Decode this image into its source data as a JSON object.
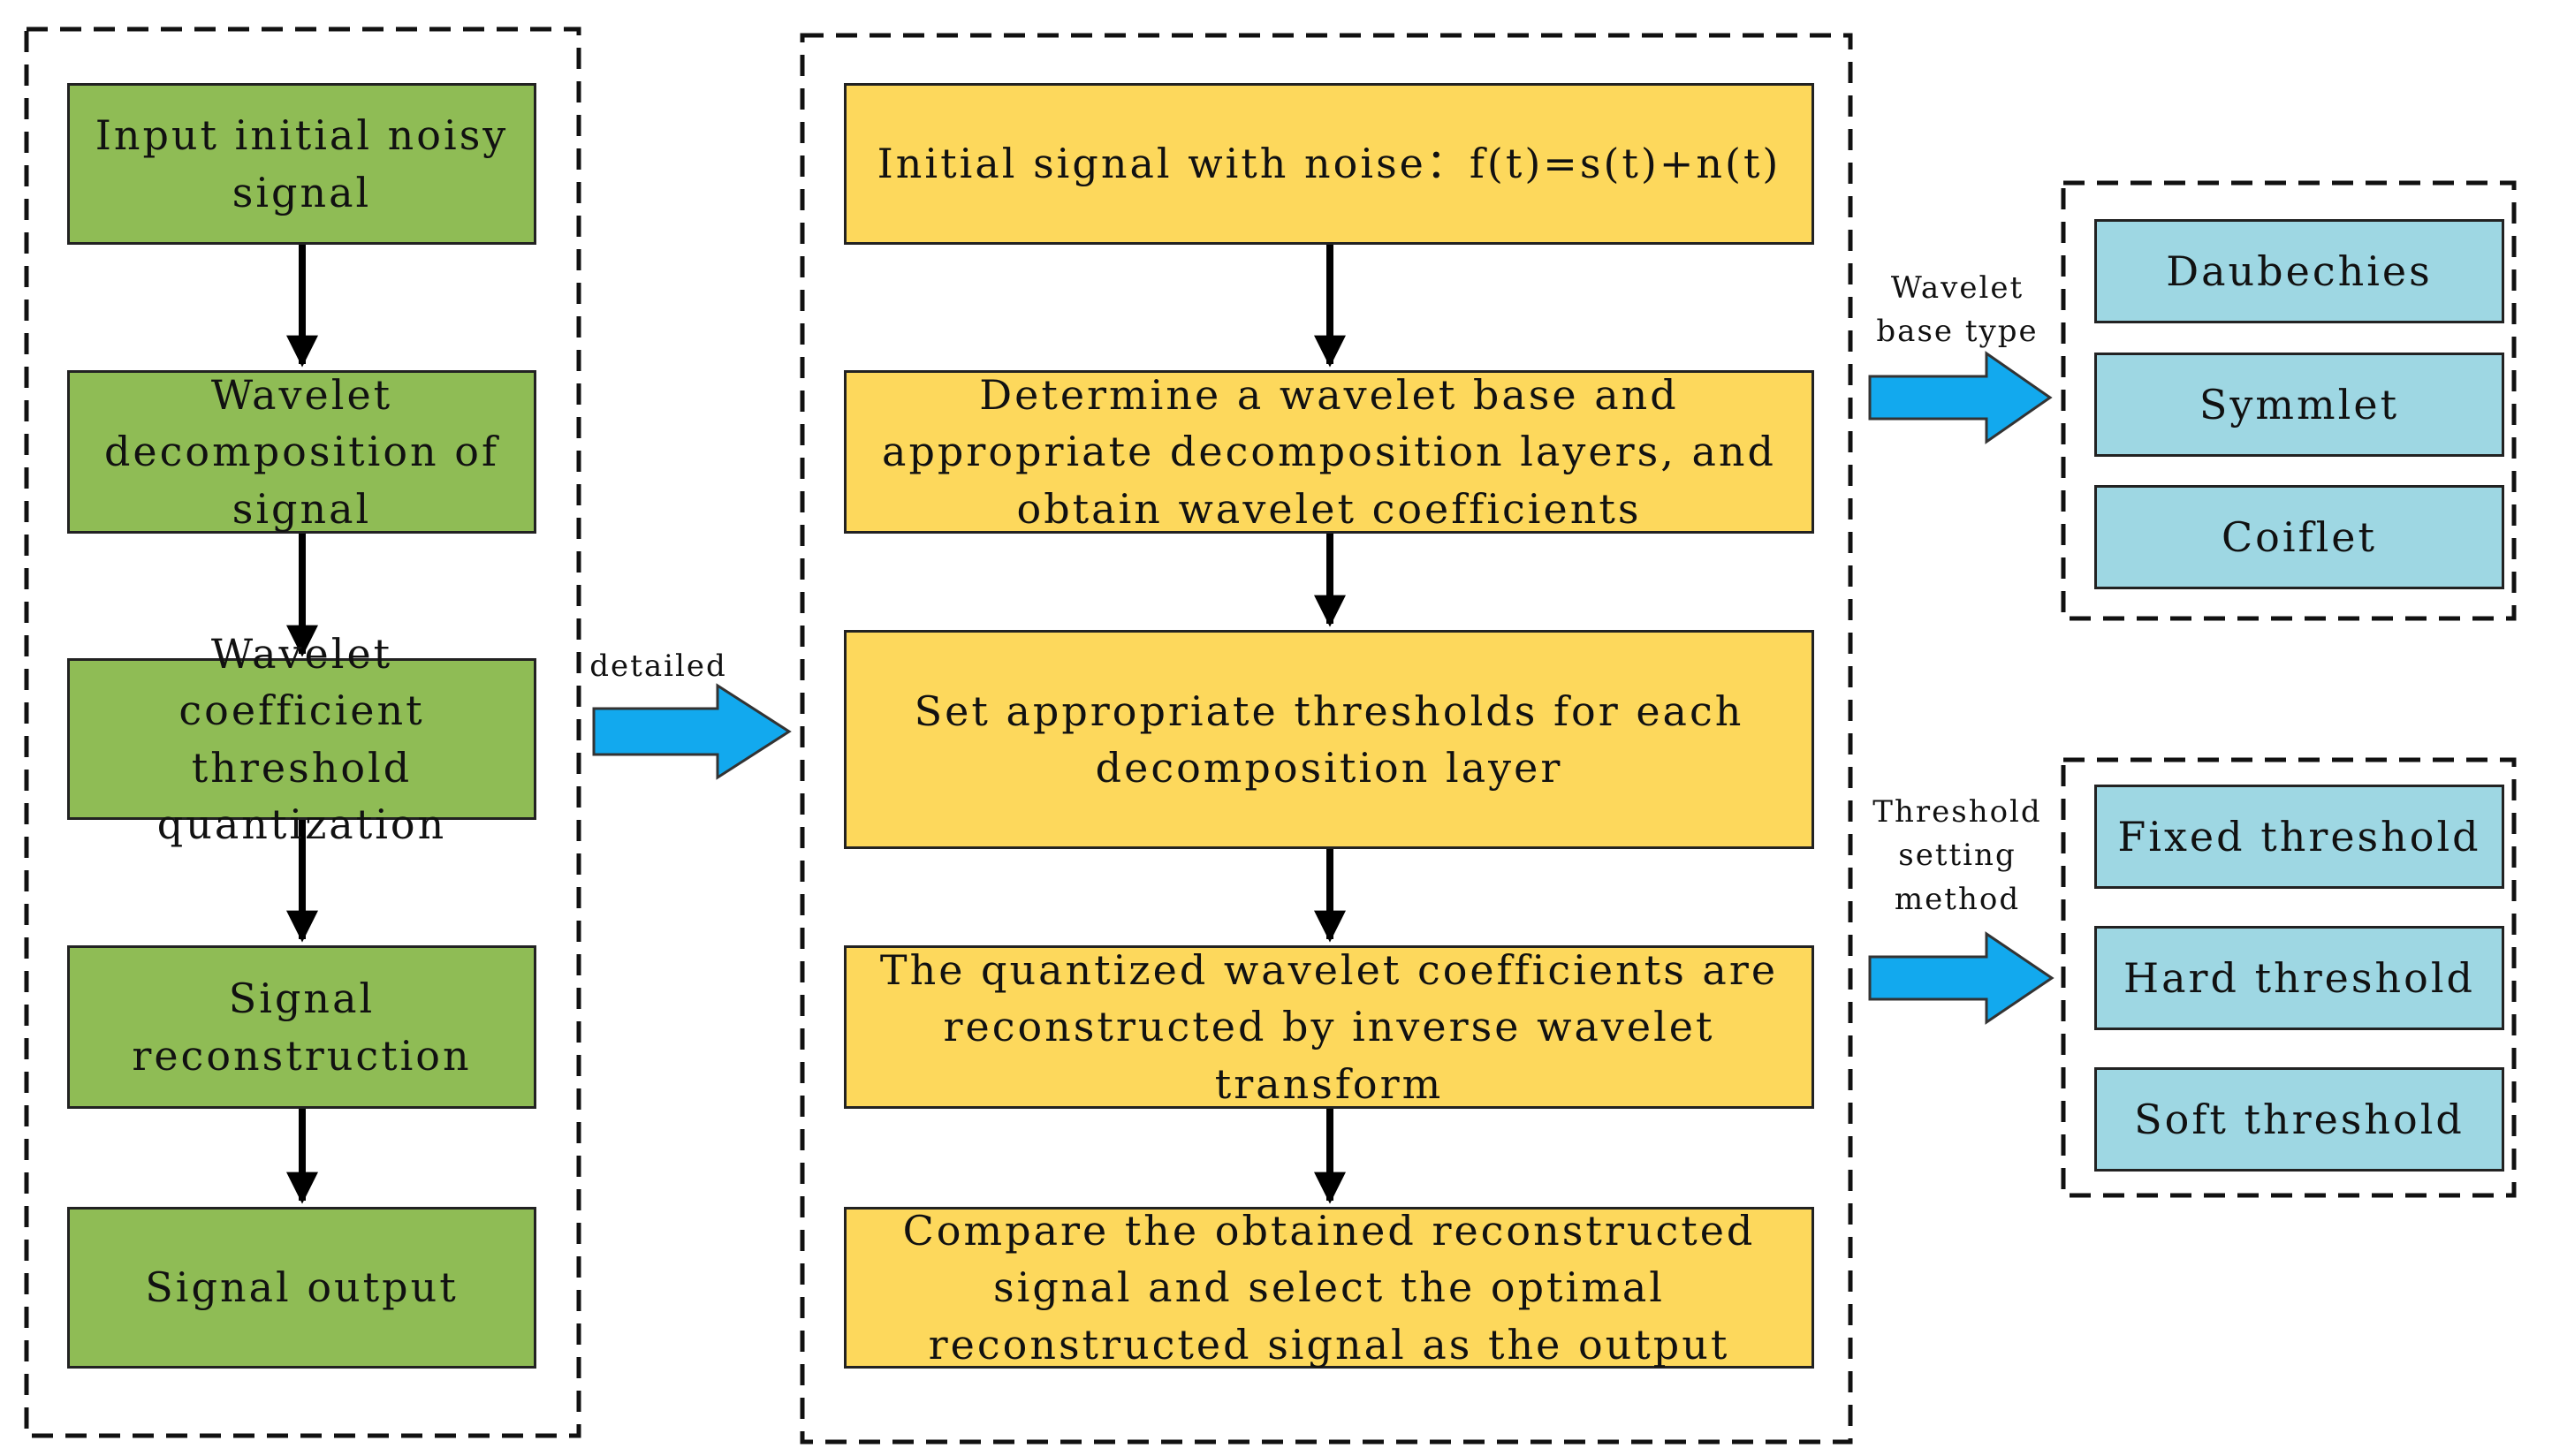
{
  "left_column": {
    "steps": [
      "Input initial noisy\nsignal",
      "Wavelet\ndecomposition of\nsignal",
      "Wavelet coefficient\nthreshold\nquantization",
      "Signal\nreconstruction",
      "Signal output"
    ]
  },
  "connector_label": "detailed",
  "middle_column": {
    "steps": [
      "Initial signal with noise：f(t)=s(t)+n(t)",
      "Determine a wavelet base and\nappropriate decomposition layers, and\nobtain wavelet coefficients",
      "Set appropriate thresholds for each\ndecomposition layer",
      "The quantized wavelet coefficients are\nreconstructed by inverse wavelet\ntransform",
      "Compare the obtained reconstructed\nsignal and select the optimal\nreconstructed signal as the output"
    ]
  },
  "wavelet_group": {
    "label": "Wavelet\nbase type",
    "options": [
      "Daubechies",
      "Symmlet",
      "Coiflet"
    ]
  },
  "threshold_group": {
    "label": "Threshold\nsetting\nmethod",
    "options": [
      "Fixed threshold",
      "Hard threshold",
      "Soft threshold"
    ]
  },
  "colors": {
    "green": "#8fbc55",
    "yellow": "#fdd85c",
    "light_blue": "#9ed7e3",
    "arrow_blue": "#12a9ee"
  }
}
